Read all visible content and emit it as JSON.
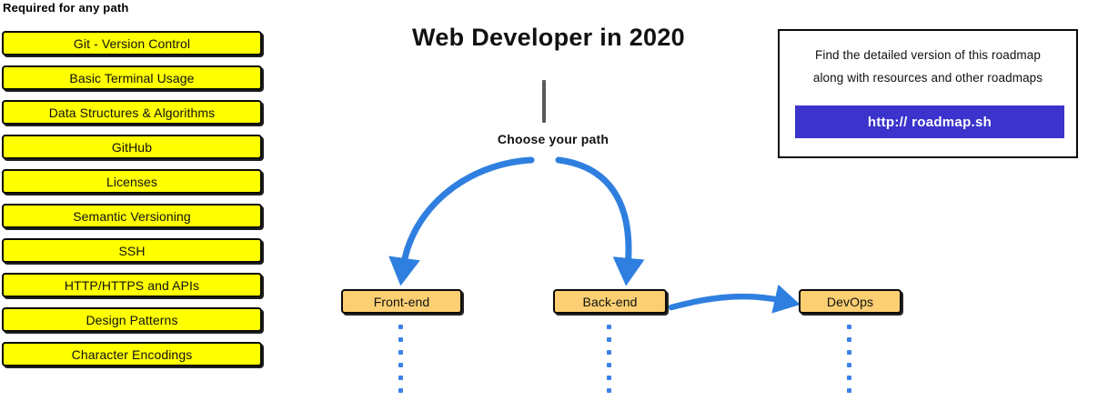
{
  "title": "Web Developer in 2020",
  "center": {
    "choose_label": "Choose your path",
    "stem_color": "#5b5b5b"
  },
  "required_column": {
    "heading": "Required for any path",
    "box_fill": "#FFFF00",
    "box_border": "#0a0a0a",
    "items": [
      {
        "label": "Git - Version Control"
      },
      {
        "label": "Basic Terminal Usage"
      },
      {
        "label": "Data Structures & Algorithms"
      },
      {
        "label": "GitHub"
      },
      {
        "label": "Licenses"
      },
      {
        "label": "Semantic Versioning"
      },
      {
        "label": "SSH"
      },
      {
        "label": "HTTP/HTTPS and APIs"
      },
      {
        "label": "Design Patterns"
      },
      {
        "label": "Character Encodings"
      }
    ]
  },
  "paths": {
    "node_fill": "#FBCF72",
    "arrow_color": "#2f7fe0",
    "dot_color": "#3b82e8",
    "nodes": [
      {
        "label": "Front-end"
      },
      {
        "label": "Back-end"
      },
      {
        "label": "DevOps"
      }
    ]
  },
  "info_box": {
    "line1": "Find the detailed version of this roadmap",
    "line2": "along with resources and other roadmaps",
    "button_label": "http:// roadmap.sh",
    "button_color": "#3B33CC"
  }
}
